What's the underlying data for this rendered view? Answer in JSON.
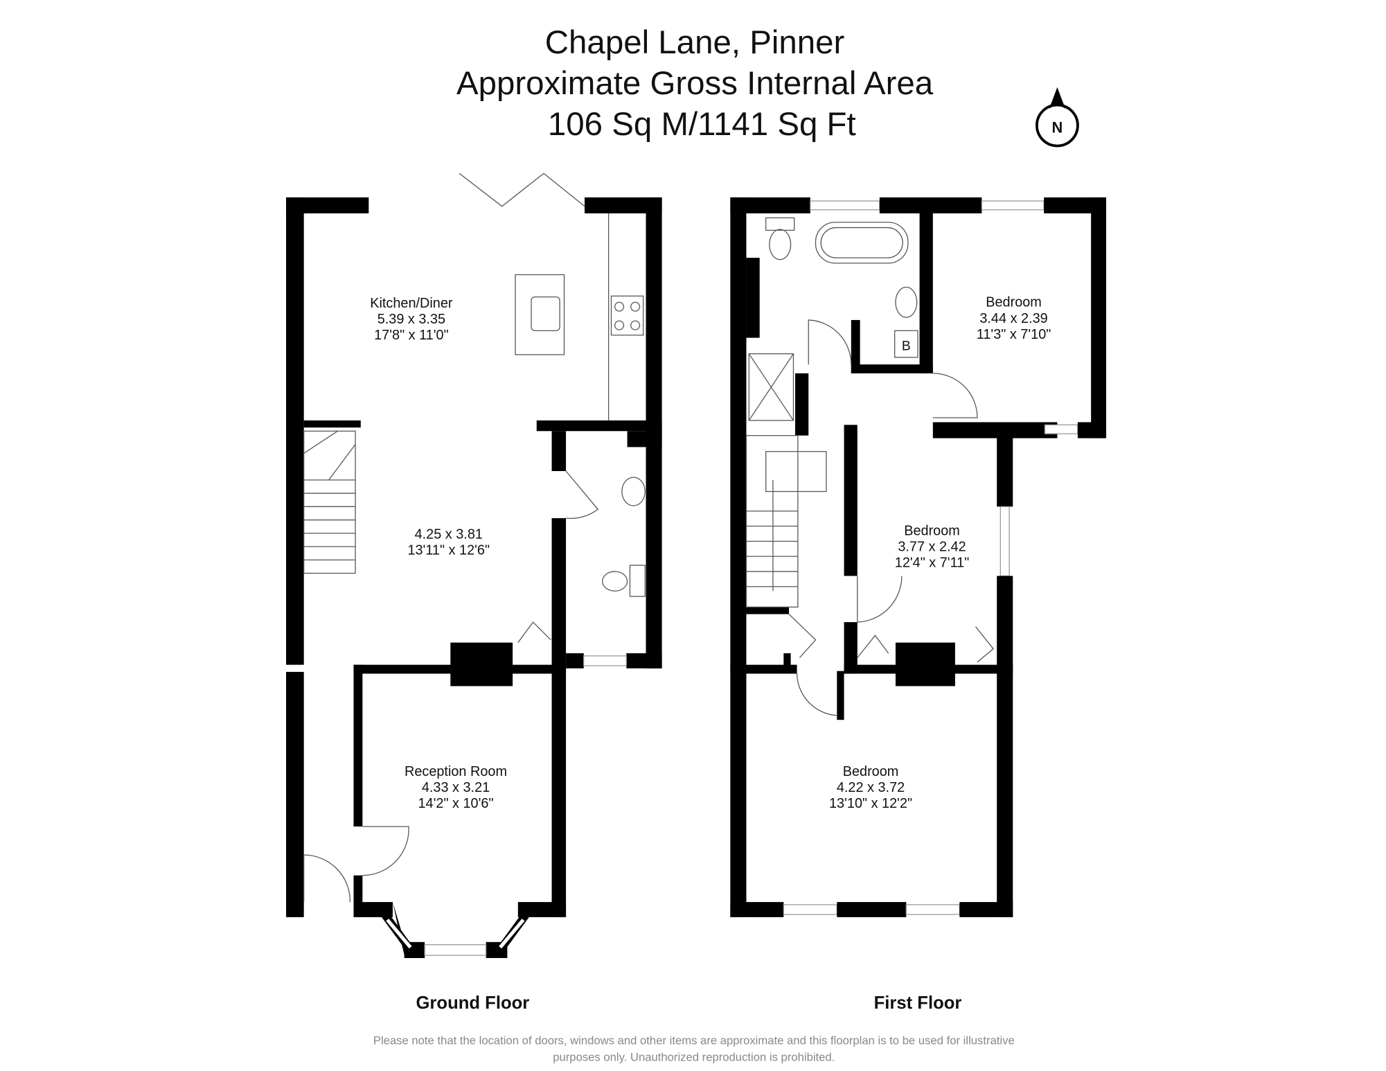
{
  "header": {
    "title": "Chapel Lane, Pinner",
    "subtitle": "Approximate Gross Internal Area",
    "area": "106 Sq M/1141 Sq Ft",
    "compass_label": "N"
  },
  "ground_floor": {
    "label": "Ground Floor",
    "rooms": [
      {
        "name": "Kitchen/Diner",
        "metric": "5.39 x 3.35",
        "imperial": "17'8\" x 11'0\""
      },
      {
        "name": "",
        "metric": "4.25 x 3.81",
        "imperial": "13'11\" x 12'6\""
      },
      {
        "name": "Reception Room",
        "metric": "4.33 x 3.21",
        "imperial": "14'2\" x 10'6\""
      }
    ]
  },
  "first_floor": {
    "label": "First Floor",
    "boiler_label": "B",
    "rooms": [
      {
        "name": "Bedroom",
        "metric": "3.44 x 2.39",
        "imperial": "11'3\" x 7'10\""
      },
      {
        "name": "Bedroom",
        "metric": "3.77 x 2.42",
        "imperial": "12'4\" x 7'11\""
      },
      {
        "name": "Bedroom",
        "metric": "4.22 x 3.72",
        "imperial": "13'10\" x 12'2\""
      }
    ]
  },
  "footer": {
    "note_line1": "Please note that the location of doors, windows and other items are approximate and this floorplan is to be used for illustrative",
    "note_line2": "purposes only. Unauthorized reproduction is prohibited."
  }
}
